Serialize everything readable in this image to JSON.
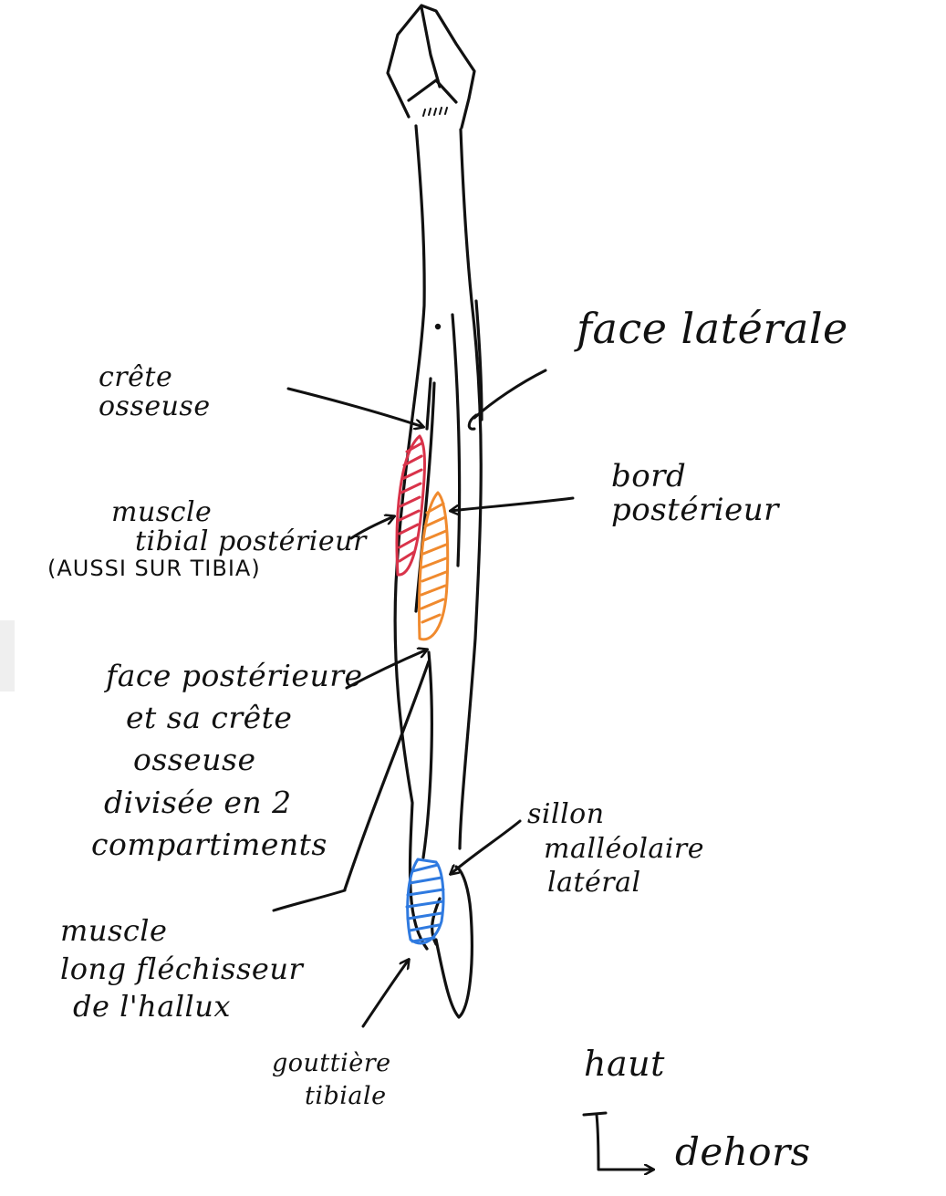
{
  "colors": {
    "ink": "#111111",
    "muscle_tibial_posterior": "#d9334a",
    "posterior_border_region": "#f08a2e",
    "flexor_hallucis_longus": "#2f7ae0"
  },
  "labels": {
    "crete_osseuse": [
      "crête",
      "osseuse"
    ],
    "face_laterale": "face latérale",
    "bord_posterieur": [
      "bord",
      "postérieur"
    ],
    "muscle_tibial_posterieur": [
      "muscle",
      "tibial postérieur",
      "(AUSSI SUR TIBIA)"
    ],
    "face_posterieure": [
      "face postérieure",
      "et sa crête",
      "osseuse",
      "divisée en 2",
      "compartiments"
    ],
    "sillon_malleolaire": [
      "sillon",
      "malléolaire",
      "latéral"
    ],
    "muscle_long_flechisseur": [
      "muscle",
      "long fléchisseur",
      "de l'hallux"
    ],
    "gouttiere_tibiale": [
      "gouttière",
      "tibiale"
    ],
    "orientation_haut": "haut",
    "orientation_dehors": "dehors"
  }
}
